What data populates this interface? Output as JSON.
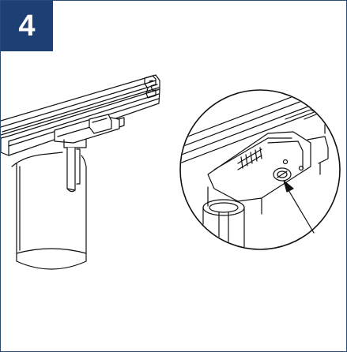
{
  "step": {
    "number": "4",
    "badge_color": "#1e3f73",
    "border_color": "#2a4a78"
  },
  "illustration": {
    "main": "track-light-mounted-on-rail",
    "detail": "zoomed-adapter-locking-screw",
    "pointer": "arrow-to-screw"
  }
}
